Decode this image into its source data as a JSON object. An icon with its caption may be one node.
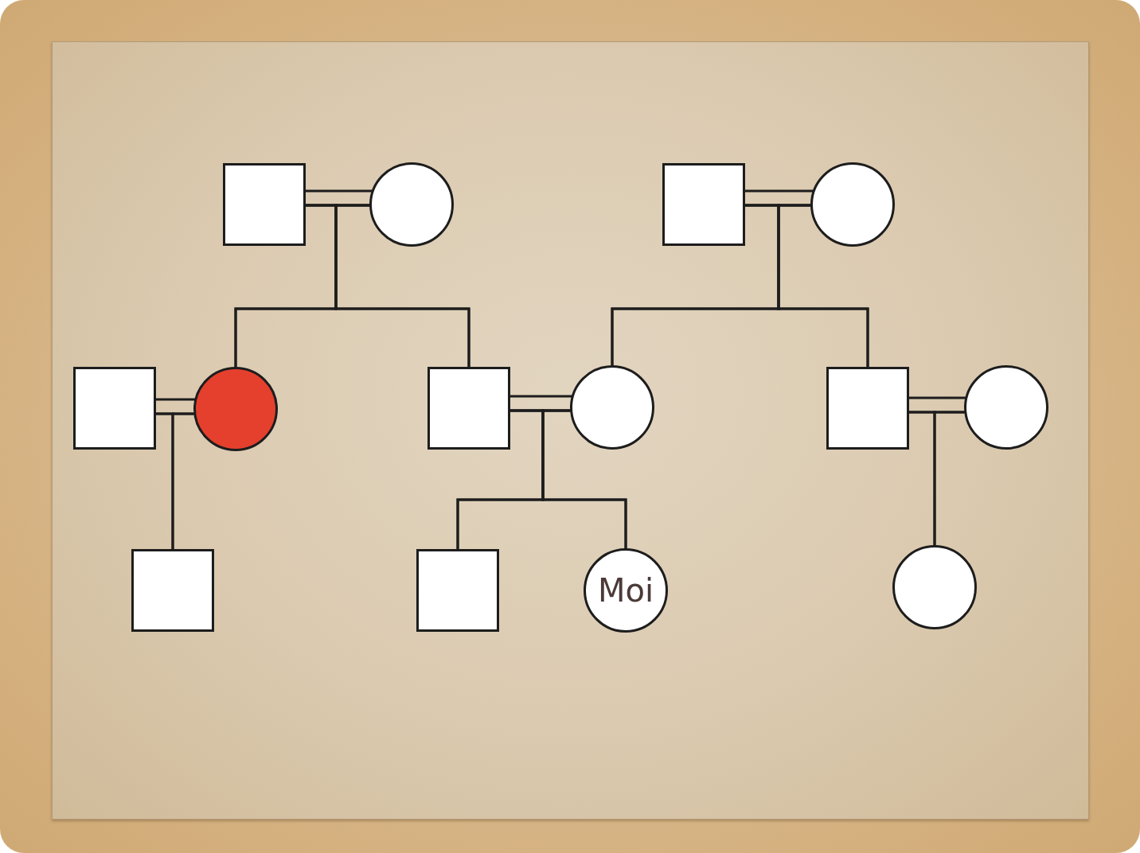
{
  "diagram": {
    "nodes": [
      {
        "text": [],
        "shape": "box"
      },
      {
        "text": [],
        "shape": "circle"
      },
      {
        "text": [],
        "shape": "box"
      },
      {
        "text": [],
        "shape": "circle"
      },
      {
        "text": [],
        "shape": "box"
      },
      {
        "text": [],
        "shape": "circle"
      },
      {
        "text": [],
        "shape": "box"
      },
      {
        "text": [],
        "shape": "circle"
      },
      {
        "text": [],
        "shape": "box"
      },
      {
        "text": [],
        "shape": "circle"
      },
      {
        "text": [],
        "shape": "box"
      },
      {
        "text": [],
        "shape": "box"
      },
      {
        "text": [
          "Moi"
        ]
      },
      {
        "text": [],
        "shape": "circle"
      }
    ],
    "edges": [
      {
        "from": 0,
        "to": 1,
        "arrow": "none"
      },
      {
        "from": 0,
        "to": 5,
        "arrow": "none"
      },
      {
        "from": 1,
        "to": 5,
        "arrow": "none"
      },
      {
        "from": 0,
        "to": 6,
        "arrow": "none"
      },
      {
        "from": 1,
        "to": 6,
        "arrow": "none"
      },
      {
        "from": 2,
        "to": 3,
        "arrow": "none"
      },
      {
        "from": 2,
        "to": 7,
        "arrow": "none"
      },
      {
        "from": 3,
        "to": 7,
        "arrow": "none"
      },
      {
        "from": 2,
        "to": 8,
        "arrow": "none"
      },
      {
        "from": 3,
        "to": 8,
        "arrow": "none"
      },
      {
        "from": 4,
        "to": 5,
        "arrow": "none"
      },
      {
        "from": 4,
        "to": 10,
        "arrow": "none"
      },
      {
        "from": 5,
        "to": 10,
        "arrow": "none"
      },
      {
        "from": 6,
        "to": 7,
        "arrow": "none"
      },
      {
        "from": 6,
        "to": 11,
        "arrow": "none"
      },
      {
        "from": 7,
        "to": 11,
        "arrow": "none"
      },
      {
        "from": 6,
        "to": 12,
        "arrow": "none"
      },
      {
        "from": 7,
        "to": 12,
        "arrow": "none"
      },
      {
        "from": 8,
        "to": 9,
        "arrow": "none"
      },
      {
        "from": 8,
        "to": 13,
        "arrow": "none"
      },
      {
        "from": 9,
        "to": 13,
        "arrow": "none"
      }
    ]
  }
}
